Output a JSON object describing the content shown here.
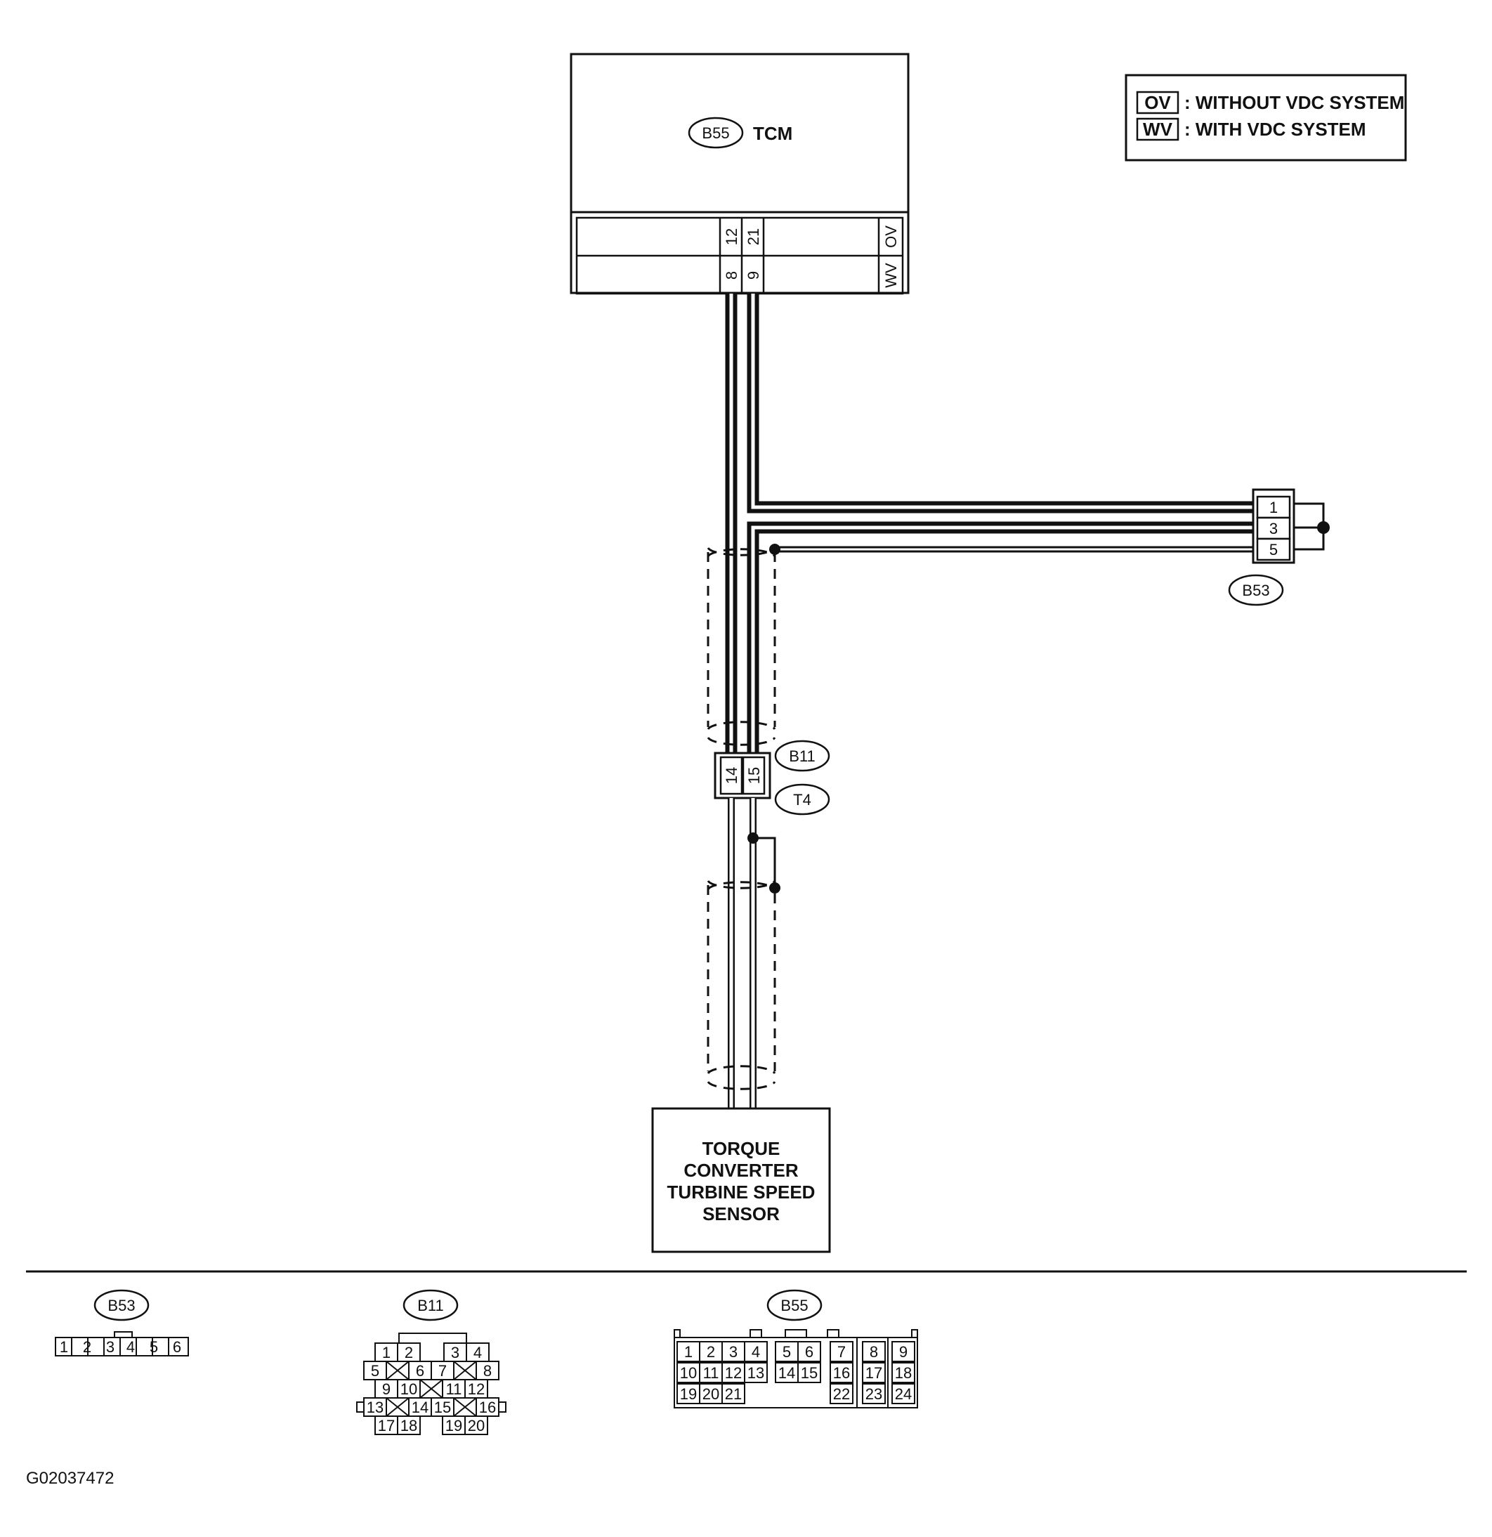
{
  "legend": {
    "items": [
      {
        "code": "OV",
        "text": ": WITHOUT VDC SYSTEM"
      },
      {
        "code": "WV",
        "text": ": WITH VDC SYSTEM"
      }
    ]
  },
  "tcm": {
    "connector": "B55",
    "name": "TCM",
    "pins_ov": [
      "12",
      "21"
    ],
    "pins_wv": [
      "8",
      "9"
    ],
    "tag_ov": "OV",
    "tag_wv": "WV"
  },
  "b53": {
    "connector": "B53",
    "pins": [
      "1",
      "3",
      "5"
    ]
  },
  "b11": {
    "connector": "B11",
    "pins": [
      "14",
      "15"
    ]
  },
  "t4": {
    "connector": "T4"
  },
  "sensor": {
    "lines": [
      "TORQUE",
      "CONVERTER",
      "TURBINE SPEED",
      "SENSOR"
    ]
  },
  "connector_views": {
    "b53": {
      "label": "B53",
      "pins": [
        "1",
        "2",
        "3",
        "4",
        "5",
        "6"
      ]
    },
    "b11": {
      "label": "B11",
      "pins": [
        "1",
        "2",
        "3",
        "4",
        "5",
        "6",
        "7",
        "8",
        "9",
        "10",
        "11",
        "12",
        "13",
        "14",
        "15",
        "16",
        "17",
        "18",
        "19",
        "20"
      ]
    },
    "b55": {
      "label": "B55",
      "pins": [
        "1",
        "2",
        "3",
        "4",
        "5",
        "6",
        "7",
        "8",
        "9",
        "10",
        "11",
        "12",
        "13",
        "14",
        "15",
        "16",
        "17",
        "18",
        "19",
        "20",
        "21",
        "22",
        "23",
        "24"
      ]
    }
  },
  "figure_code": "G02037472"
}
